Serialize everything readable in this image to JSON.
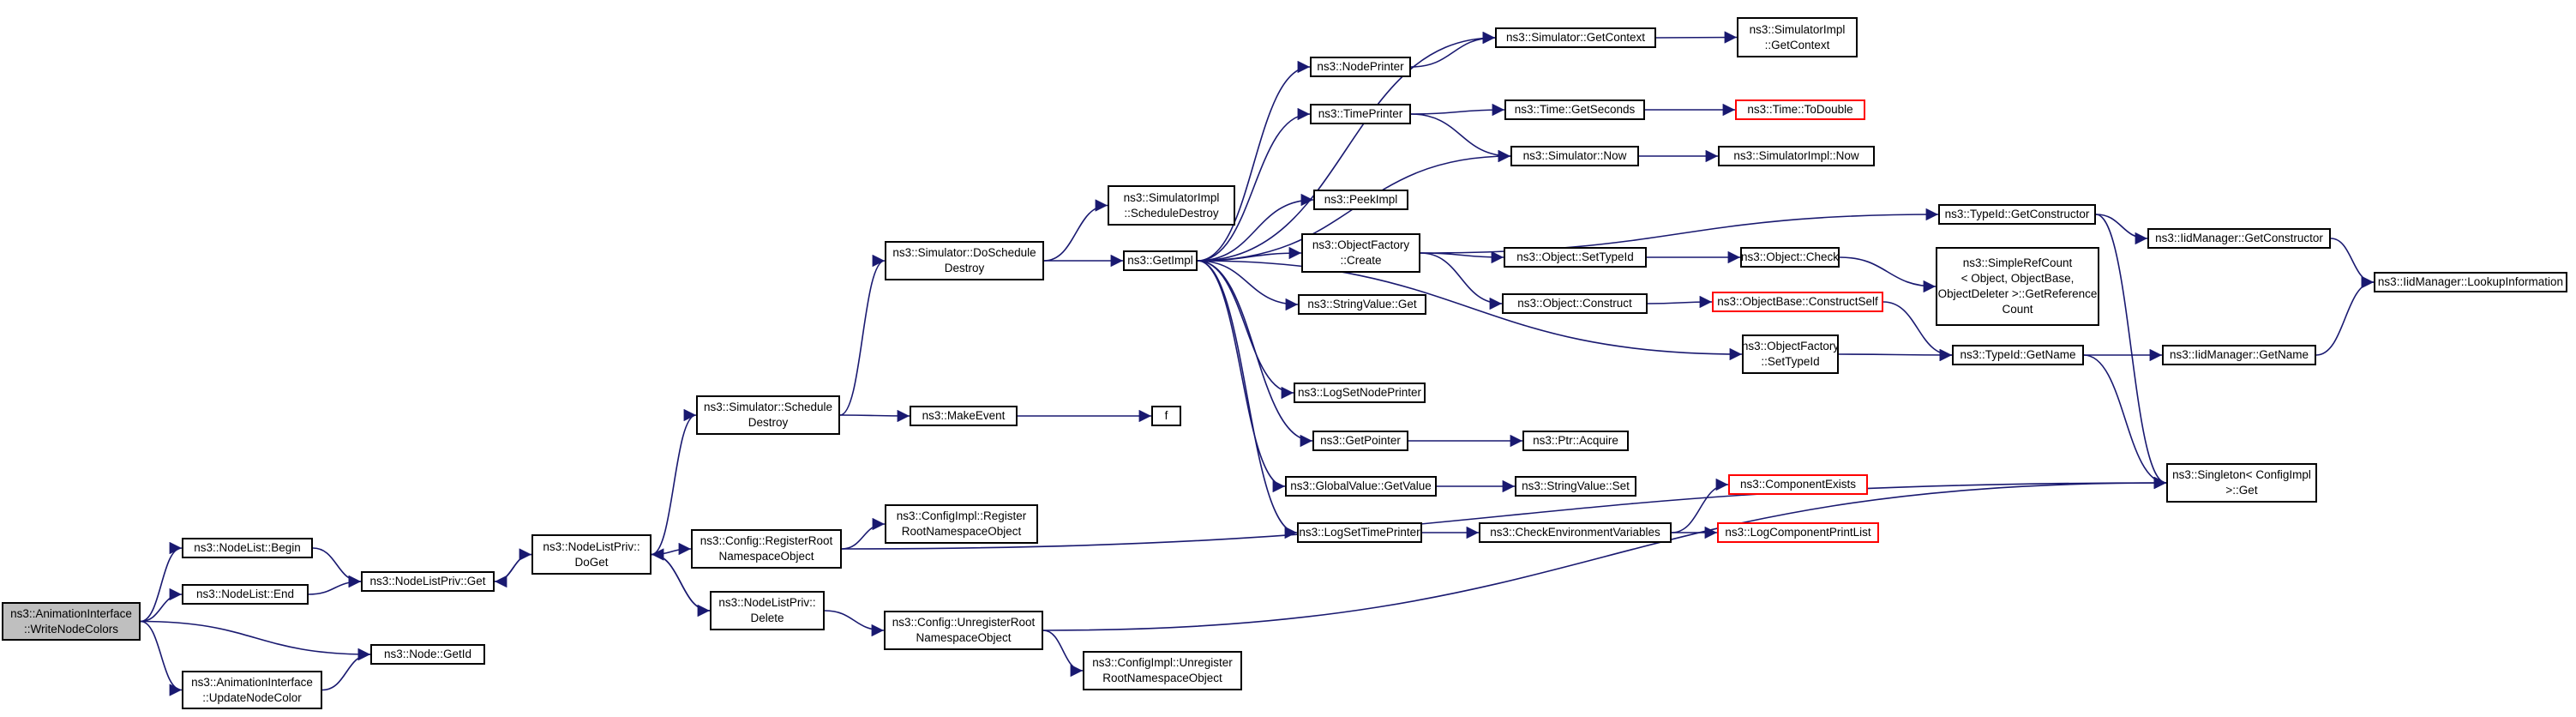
{
  "colors": {
    "edge": "#191970",
    "node_border": "#000000",
    "truncated_border": "#ff0000",
    "root_fill": "#bfbfbf"
  },
  "nodes": [
    {
      "id": "n_root",
      "lines": [
        "ns3::AnimationInterface",
        "::WriteNodeColors"
      ],
      "root": true
    },
    {
      "id": "n_begin",
      "lines": [
        "ns3::NodeList::Begin"
      ]
    },
    {
      "id": "n_end",
      "lines": [
        "ns3::NodeList::End"
      ]
    },
    {
      "id": "n_getid",
      "lines": [
        "ns3::Node::GetId"
      ]
    },
    {
      "id": "n_update",
      "lines": [
        "ns3::AnimationInterface",
        "::UpdateNodeColor"
      ]
    },
    {
      "id": "n_nlpget",
      "lines": [
        "ns3::NodeListPriv::Get"
      ]
    },
    {
      "id": "n_doget",
      "lines": [
        "ns3::NodeListPriv::",
        "DoGet"
      ]
    },
    {
      "id": "n_delete",
      "lines": [
        "ns3::NodeListPriv::",
        "Delete"
      ]
    },
    {
      "id": "n_schedestroy",
      "lines": [
        "ns3::Simulator::Schedule",
        "Destroy"
      ]
    },
    {
      "id": "n_regroot",
      "lines": [
        "ns3::Config::RegisterRoot",
        "NamespaceObject"
      ]
    },
    {
      "id": "n_unregroot",
      "lines": [
        "ns3::Config::UnregisterRoot",
        "NamespaceObject"
      ]
    },
    {
      "id": "n_cfgimplreg",
      "lines": [
        "ns3::ConfigImpl::Register",
        "RootNamespaceObject"
      ]
    },
    {
      "id": "n_cfgimplunreg",
      "lines": [
        "ns3::ConfigImpl::Unregister",
        "RootNamespaceObject"
      ]
    },
    {
      "id": "n_dosched",
      "lines": [
        "ns3::Simulator::DoSchedule",
        "Destroy"
      ]
    },
    {
      "id": "n_makeevent",
      "lines": [
        "ns3::MakeEvent"
      ]
    },
    {
      "id": "n_f",
      "lines": [
        "f"
      ]
    },
    {
      "id": "n_simimplsched",
      "lines": [
        "ns3::SimulatorImpl",
        "::ScheduleDestroy"
      ]
    },
    {
      "id": "n_getimpl",
      "lines": [
        "ns3::GetImpl"
      ]
    },
    {
      "id": "n_nodeprinter",
      "lines": [
        "ns3::NodePrinter"
      ]
    },
    {
      "id": "n_timeprinter",
      "lines": [
        "ns3::TimePrinter"
      ]
    },
    {
      "id": "n_peekimpl",
      "lines": [
        "ns3::PeekImpl"
      ]
    },
    {
      "id": "n_objfactcreate",
      "lines": [
        "ns3::ObjectFactory",
        "::Create"
      ]
    },
    {
      "id": "n_strvalget",
      "lines": [
        "ns3::StringValue::Get"
      ]
    },
    {
      "id": "n_logsetnode",
      "lines": [
        "ns3::LogSetNodePrinter"
      ]
    },
    {
      "id": "n_getpointer",
      "lines": [
        "ns3::GetPointer"
      ]
    },
    {
      "id": "n_gvgetvalue",
      "lines": [
        "ns3::GlobalValue::GetValue"
      ]
    },
    {
      "id": "n_logsettime",
      "lines": [
        "ns3::LogSetTimePrinter"
      ]
    },
    {
      "id": "n_simgetctx",
      "lines": [
        "ns3::Simulator::GetContext"
      ]
    },
    {
      "id": "n_timegetsec",
      "lines": [
        "ns3::Time::GetSeconds"
      ]
    },
    {
      "id": "n_simnow",
      "lines": [
        "ns3::Simulator::Now"
      ]
    },
    {
      "id": "n_objsettid",
      "lines": [
        "ns3::Object::SetTypeId"
      ]
    },
    {
      "id": "n_objconstruct",
      "lines": [
        "ns3::Object::Construct"
      ]
    },
    {
      "id": "n_ptracquire",
      "lines": [
        "ns3::Ptr::Acquire"
      ]
    },
    {
      "id": "n_strvalset",
      "lines": [
        "ns3::StringValue::Set"
      ]
    },
    {
      "id": "n_checkenv",
      "lines": [
        "ns3::CheckEnvironmentVariables"
      ]
    },
    {
      "id": "n_simimplctx",
      "lines": [
        "ns3::SimulatorImpl",
        "::GetContext"
      ]
    },
    {
      "id": "n_timetodouble",
      "lines": [
        "ns3::Time::ToDouble"
      ],
      "truncated": true
    },
    {
      "id": "n_simimplnow",
      "lines": [
        "ns3::SimulatorImpl::Now"
      ]
    },
    {
      "id": "n_objcheck",
      "lines": [
        "ns3::Object::Check"
      ]
    },
    {
      "id": "n_objbaseconstruct",
      "lines": [
        "ns3::ObjectBase::ConstructSelf"
      ],
      "truncated": true
    },
    {
      "id": "n_compexists",
      "lines": [
        "ns3::ComponentExists"
      ],
      "truncated": true
    },
    {
      "id": "n_logcompprint",
      "lines": [
        "ns3::LogComponentPrintList"
      ],
      "truncated": true
    },
    {
      "id": "n_objfactsettid",
      "lines": [
        "ns3::ObjectFactory",
        "::SetTypeId"
      ]
    },
    {
      "id": "n_tidgetctor",
      "lines": [
        "ns3::TypeId::GetConstructor"
      ]
    },
    {
      "id": "n_simplerefcount",
      "lines": [
        "ns3::SimpleRefCount",
        "< Object, ObjectBase,",
        "ObjectDeleter >::GetReference",
        "Count"
      ]
    },
    {
      "id": "n_tidgetname",
      "lines": [
        "ns3::TypeId::GetName"
      ]
    },
    {
      "id": "n_iidmgrgetctor",
      "lines": [
        "ns3::IidManager::GetConstructor"
      ]
    },
    {
      "id": "n_iidmgrgetname",
      "lines": [
        "ns3::IidManager::GetName"
      ]
    },
    {
      "id": "n_singleton",
      "lines": [
        "ns3::Singleton< ConfigImpl",
        ">::Get"
      ]
    },
    {
      "id": "n_iidmgrlookup",
      "lines": [
        "ns3::IidManager::LookupInformation"
      ]
    }
  ],
  "edges": [
    [
      "n_root",
      "n_begin"
    ],
    [
      "n_root",
      "n_end"
    ],
    [
      "n_root",
      "n_getid"
    ],
    [
      "n_root",
      "n_update"
    ],
    [
      "n_begin",
      "n_nlpget"
    ],
    [
      "n_end",
      "n_nlpget"
    ],
    [
      "n_update",
      "n_getid"
    ],
    [
      "n_nlpget",
      "n_doget"
    ],
    [
      "n_doget",
      "n_nlpget"
    ],
    [
      "n_doget",
      "n_delete"
    ],
    [
      "n_delete",
      "n_doget"
    ],
    [
      "n_doget",
      "n_schedestroy"
    ],
    [
      "n_doget",
      "n_regroot"
    ],
    [
      "n_delete",
      "n_unregroot"
    ],
    [
      "n_regroot",
      "n_cfgimplreg"
    ],
    [
      "n_regroot",
      "n_singleton"
    ],
    [
      "n_unregroot",
      "n_cfgimplunreg"
    ],
    [
      "n_unregroot",
      "n_singleton"
    ],
    [
      "n_schedestroy",
      "n_dosched"
    ],
    [
      "n_schedestroy",
      "n_makeevent"
    ],
    [
      "n_makeevent",
      "n_f"
    ],
    [
      "n_dosched",
      "n_simimplsched"
    ],
    [
      "n_dosched",
      "n_getimpl"
    ],
    [
      "n_getimpl",
      "n_nodeprinter"
    ],
    [
      "n_getimpl",
      "n_timeprinter"
    ],
    [
      "n_getimpl",
      "n_peekimpl"
    ],
    [
      "n_getimpl",
      "n_objfactcreate"
    ],
    [
      "n_getimpl",
      "n_strvalget"
    ],
    [
      "n_getimpl",
      "n_objfactsettid"
    ],
    [
      "n_getimpl",
      "n_logsetnode"
    ],
    [
      "n_getimpl",
      "n_getpointer"
    ],
    [
      "n_getimpl",
      "n_gvgetvalue"
    ],
    [
      "n_getimpl",
      "n_logsettime"
    ],
    [
      "n_getimpl",
      "n_simgetctx"
    ],
    [
      "n_getimpl",
      "n_simnow"
    ],
    [
      "n_nodeprinter",
      "n_simgetctx"
    ],
    [
      "n_timeprinter",
      "n_timegetsec"
    ],
    [
      "n_timeprinter",
      "n_simnow"
    ],
    [
      "n_simgetctx",
      "n_simimplctx"
    ],
    [
      "n_timegetsec",
      "n_timetodouble"
    ],
    [
      "n_simnow",
      "n_simimplnow"
    ],
    [
      "n_objfactcreate",
      "n_tidgetctor"
    ],
    [
      "n_objfactcreate",
      "n_objsettid"
    ],
    [
      "n_objfactcreate",
      "n_objconstruct"
    ],
    [
      "n_objsettid",
      "n_objcheck"
    ],
    [
      "n_objcheck",
      "n_simplerefcount"
    ],
    [
      "n_objconstruct",
      "n_objbaseconstruct"
    ],
    [
      "n_objbaseconstruct",
      "n_tidgetname"
    ],
    [
      "n_getpointer",
      "n_ptracquire"
    ],
    [
      "n_gvgetvalue",
      "n_strvalset"
    ],
    [
      "n_logsettime",
      "n_checkenv"
    ],
    [
      "n_checkenv",
      "n_compexists"
    ],
    [
      "n_checkenv",
      "n_logcompprint"
    ],
    [
      "n_objfactsettid",
      "n_tidgetname"
    ],
    [
      "n_tidgetctor",
      "n_iidmgrgetctor"
    ],
    [
      "n_tidgetctor",
      "n_singleton"
    ],
    [
      "n_iidmgrgetctor",
      "n_iidmgrlookup"
    ],
    [
      "n_tidgetname",
      "n_iidmgrgetname"
    ],
    [
      "n_tidgetname",
      "n_singleton"
    ],
    [
      "n_iidmgrgetname",
      "n_iidmgrlookup"
    ]
  ]
}
